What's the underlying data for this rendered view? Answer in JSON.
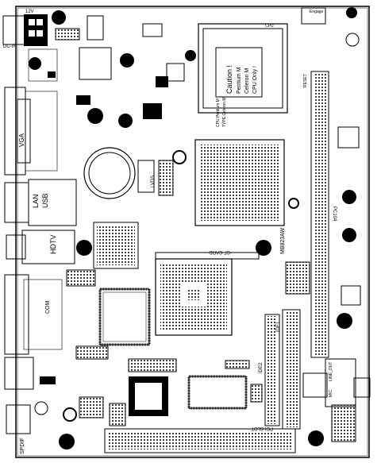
{
  "board": {
    "silkscreen": {
      "dc_12v": "12V",
      "dc_in": "DC-IN",
      "engage": "Engage",
      "cpu_fan": "CPU",
      "caution_title": "Caution !",
      "caution_line1": "Pentium M",
      "caution_line2": "Celeron M",
      "caution_line3": "CPU Only !",
      "cpu_type_a": "CPU Pentium M",
      "cpu_type_b": "TYPE Celeron M",
      "reset": "RESET",
      "vga": "VGA",
      "lan": "LAN",
      "usb": "USB",
      "lvds": "LVDS",
      "hdtv": "HDTV",
      "mb_model": "MB823AW",
      "cf_card": "CF CARD",
      "com": "COM",
      "ide1": "IDE1",
      "ide2": "IDE2",
      "line_out": "LINE_OUT",
      "mic_in": "MIC",
      "pc104": "PC104",
      "spdif": "SPDIF",
      "pci_slot": "PCI-SLOT"
    }
  }
}
